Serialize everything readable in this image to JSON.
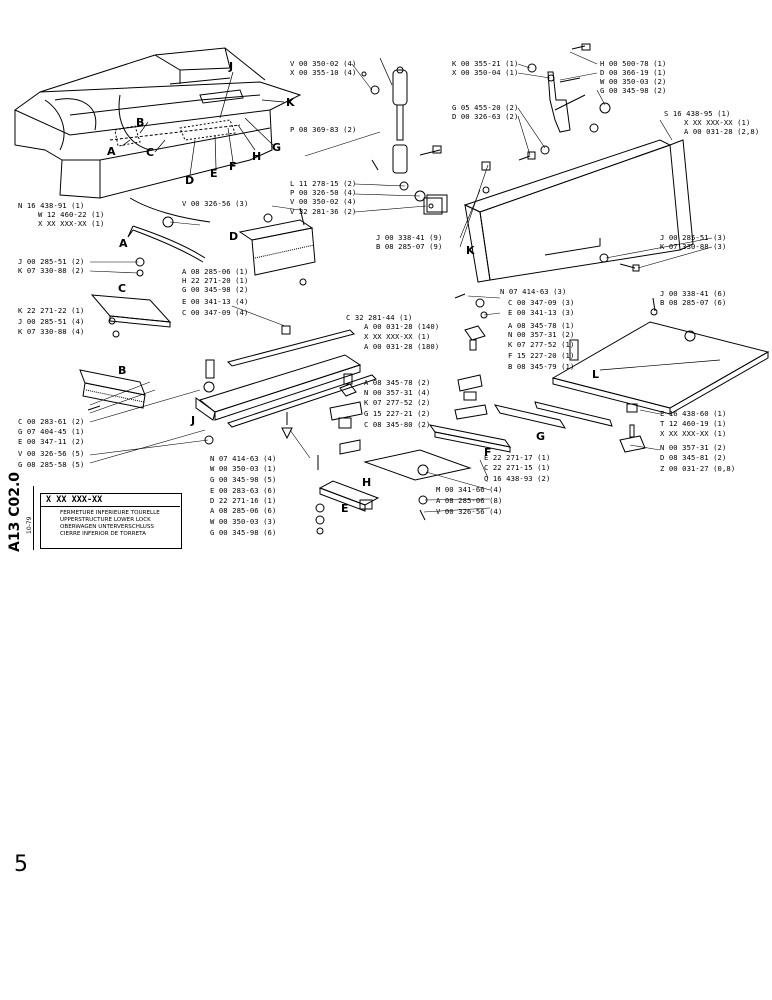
{
  "document": {
    "ref_code": "A13 C02.0",
    "date": "10-79",
    "part_code": "X XX XXX-XX",
    "titles": [
      "FERMETURE INFERIEURE TOURELLE",
      "UPPERSTRUCTURE LOWER LOCK",
      "OBERWAGEN UNTERVERSCHLUSS",
      "CIERRE INFERIOR DE TORRETA"
    ],
    "page_number": "5"
  },
  "assembly_letters": {
    "overview": [
      "J",
      "K",
      "B",
      "A",
      "C",
      "D",
      "E",
      "F",
      "H",
      "G"
    ],
    "A": "A",
    "B": "B",
    "C": "C",
    "D": "D",
    "E": "E",
    "F": "F",
    "G": "G",
    "H": "H",
    "J": "J",
    "K": "K",
    "L": "L"
  },
  "parts": [
    {
      "text": "V 00 350-02 (4)"
    },
    {
      "text": "X 00 355-10 (4)"
    },
    {
      "text": "K 00 355-21 (1)"
    },
    {
      "text": "X 00 350-04 (1)"
    },
    {
      "text": "H 00 500-78 (1)"
    },
    {
      "text": "D 00 366-19 (1)"
    },
    {
      "text": "W 00 350-03 (2)"
    },
    {
      "text": "G 00 345-98 (2)"
    },
    {
      "text": "G 05 455-20 (2)"
    },
    {
      "text": "D 00 326-63 (2)"
    },
    {
      "text": "P 08 369-83 (2)"
    },
    {
      "text": "S 16 438-95 (1)"
    },
    {
      "text": "X XX XXX-XX (1)"
    },
    {
      "text": "A 00 031-28 (2,8)"
    },
    {
      "text": "L 11 278-15 (2)"
    },
    {
      "text": "P 00 326-50 (4)"
    },
    {
      "text": "V 00 350-02 (4)"
    },
    {
      "text": "V 32 281-36 (2)"
    },
    {
      "text": "N 16 438-91 (1)"
    },
    {
      "text": "W 12 460-22 (1)"
    },
    {
      "text": "X XX XXX-XX (1)"
    },
    {
      "text": "V 00 326-56 (3)"
    },
    {
      "text": "J 00 338-41 (9)"
    },
    {
      "text": "B 08 285-07 (9)"
    },
    {
      "text": "J 00 285-51 (3)"
    },
    {
      "text": "K 07 330-88 (3)"
    },
    {
      "text": "J 00 285-51 (2)"
    },
    {
      "text": "K 07 330-88 (2)"
    },
    {
      "text": "A 08 285-06 (1)"
    },
    {
      "text": "H 22 271-20 (1)"
    },
    {
      "text": "G 00 345-98 (2)"
    },
    {
      "text": "E 00 341-13 (4)"
    },
    {
      "text": "C 00 347-09 (4)"
    },
    {
      "text": "N 07 414-63 (3)"
    },
    {
      "text": "C 00 347-09 (3)"
    },
    {
      "text": "E 00 341-13 (3)"
    },
    {
      "text": "J 00 338-41 (6)"
    },
    {
      "text": "B 08 285-07 (6)"
    },
    {
      "text": "K 22 271-22 (1)"
    },
    {
      "text": "J 00 285-51 (4)"
    },
    {
      "text": "K 07 330-88 (4)"
    },
    {
      "text": "C 32 281-44 (1)"
    },
    {
      "text": "A 00 031-28 (140)"
    },
    {
      "text": "X XX XXX-XX (1)"
    },
    {
      "text": "A 00 031-28 (180)"
    },
    {
      "text": "A 08 345-78 (1)"
    },
    {
      "text": "N 00 357-31 (2)"
    },
    {
      "text": "K 07 277-52 (1)"
    },
    {
      "text": "F 15 227-20 (1)"
    },
    {
      "text": "B 08 345-79 (1)"
    },
    {
      "text": "A 08 345-78 (2)"
    },
    {
      "text": "N 00 357-31 (4)"
    },
    {
      "text": "K 07 277-52 (2)"
    },
    {
      "text": "G 15 227-21 (2)"
    },
    {
      "text": "C 08 345-80 (2)"
    },
    {
      "text": "E 16 438-60 (1)"
    },
    {
      "text": "T 12 460-19 (1)"
    },
    {
      "text": "X XX XXX-XX (1)"
    },
    {
      "text": "N 00 357-31 (2)"
    },
    {
      "text": "D 08 345-81 (2)"
    },
    {
      "text": "Z 00 031-27 (0,8)"
    },
    {
      "text": "C 00 283-61 (2)"
    },
    {
      "text": "G 07 404-45 (1)"
    },
    {
      "text": "E 00 347-11 (2)"
    },
    {
      "text": "V 00 326-56 (5)"
    },
    {
      "text": "G 08 285-58 (5)"
    },
    {
      "text": "E 22 271-17 (1)"
    },
    {
      "text": "C 22 271-15 (1)"
    },
    {
      "text": "Q 16 438-93 (2)"
    },
    {
      "text": "N 07 414-63 (4)"
    },
    {
      "text": "W 00 350-03 (1)"
    },
    {
      "text": "G 00 345-98 (5)"
    },
    {
      "text": "E 00 283-63 (6)"
    },
    {
      "text": "D 22 271-16 (1)"
    },
    {
      "text": "A 08 285-06 (6)"
    },
    {
      "text": "W 00 350-03 (3)"
    },
    {
      "text": "G 00 345-98 (6)"
    },
    {
      "text": "M 00 341-66 (4)"
    },
    {
      "text": "A 08 285-06 (8)"
    },
    {
      "text": "V 00 326-56 (4)"
    }
  ]
}
